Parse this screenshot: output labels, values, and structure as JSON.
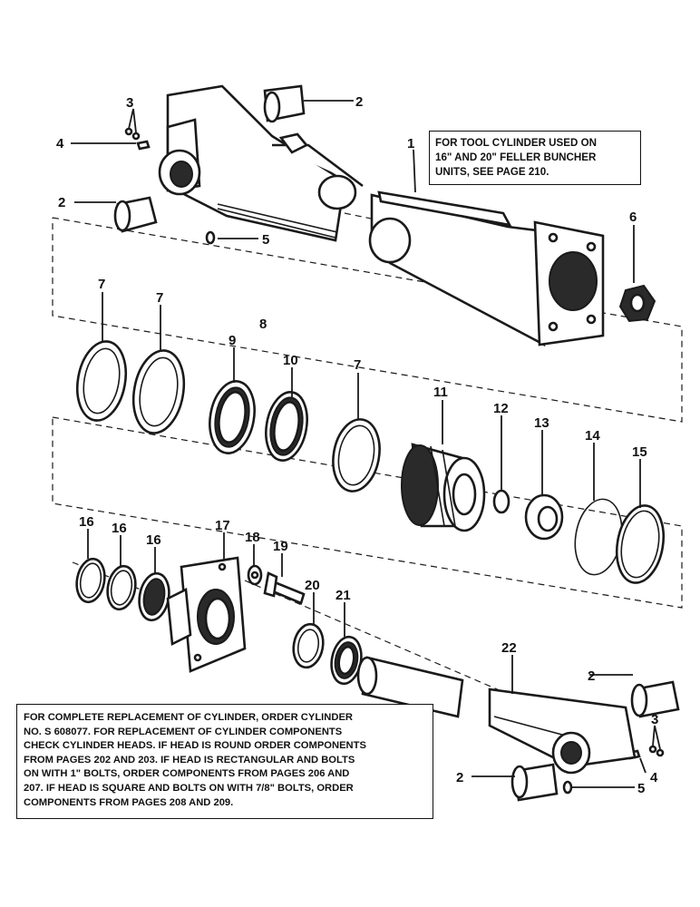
{
  "notes": {
    "tool_cylinder": [
      "FOR TOOL CYLINDER USED ON",
      "16\" AND 20\" FELLER BUNCHER",
      "UNITS, SEE PAGE 210."
    ],
    "complete_replacement": [
      "FOR COMPLETE REPLACEMENT OF CYLINDER, ORDER CYLINDER",
      "NO. S 608077. FOR REPLACEMENT OF CYLINDER COMPONENTS",
      "CHECK CYLINDER HEADS. IF HEAD IS ROUND ORDER COMPONENTS",
      "FROM PAGES 202 AND 203.   IF HEAD IS RECTANGULAR AND BOLTS",
      "ON WITH 1\" BOLTS, ORDER COMPONENTS FROM PAGES 206 AND",
      "207.   IF HEAD IS SQUARE AND BOLTS ON WITH 7/8\" BOLTS, ORDER",
      "COMPONENTS FROM PAGES 208 AND 209."
    ]
  },
  "callouts": {
    "c1": "1",
    "c2a": "2",
    "c2b": "2",
    "c2c": "2",
    "c2d": "2",
    "c3a": "3",
    "c3b": "3",
    "c4a": "4",
    "c4b": "4",
    "c5a": "5",
    "c5b": "5",
    "c6": "6",
    "c7a": "7",
    "c7b": "7",
    "c7c": "7",
    "c8": "8",
    "c9": "9",
    "c10": "10",
    "c11": "11",
    "c12": "12",
    "c13": "13",
    "c14": "14",
    "c15": "15",
    "c16a": "16",
    "c16b": "16",
    "c16c": "16",
    "c17": "17",
    "c18": "18",
    "c19": "19",
    "c20": "20",
    "c21": "21",
    "c22": "22"
  }
}
